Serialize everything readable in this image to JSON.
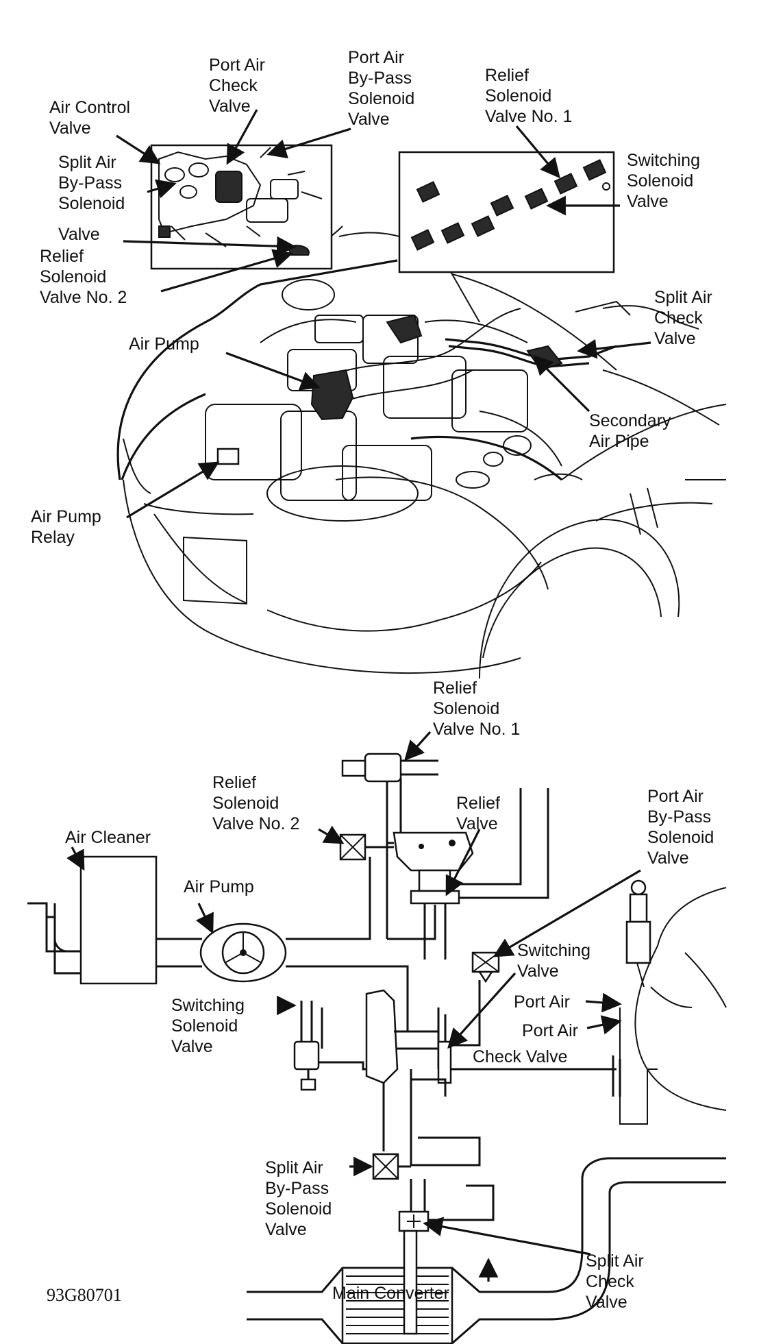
{
  "colors": {
    "ink": "#111111",
    "paper": "#ffffff"
  },
  "reference_code": "93G80701",
  "top_view": {
    "port_air_check_valve": [
      "Port Air",
      "Check",
      "Valve"
    ],
    "port_air_bypass_solenoid_valve": [
      "Port Air",
      "By-Pass",
      "Solenoid",
      "Valve"
    ],
    "relief_solenoid_valve_1": [
      "Relief",
      "Solenoid",
      "Valve No. 1"
    ],
    "air_control_valve": [
      "Air Control",
      "Valve"
    ],
    "split_air_bypass_solenoid_valve": [
      "Split Air",
      "By-Pass",
      "Solenoid",
      "Valve"
    ],
    "switching_solenoid_valve": [
      "Switching",
      "Solenoid",
      "Valve"
    ],
    "relief_solenoid_valve_2": [
      "Relief",
      "Solenoid",
      "Valve No. 2"
    ],
    "split_air_check_valve": [
      "Split Air",
      "Check",
      "Valve"
    ],
    "air_pump": [
      "Air Pump"
    ],
    "secondary_air_pipe": [
      "Secondary",
      "Air Pipe"
    ],
    "air_pump_relay": [
      "Air Pump",
      "Relay"
    ]
  },
  "bottom_view": {
    "relief_solenoid_valve_1": [
      "Relief",
      "Solenoid",
      "Valve No. 1"
    ],
    "relief_solenoid_valve_2": [
      "Relief",
      "Solenoid",
      "Valve No. 2"
    ],
    "relief_valve": [
      "Relief",
      "Valve"
    ],
    "port_air_bypass_solenoid_valve": [
      "Port Air",
      "By-Pass",
      "Solenoid",
      "Valve"
    ],
    "air_cleaner": [
      "Air Cleaner"
    ],
    "air_pump": [
      "Air Pump"
    ],
    "switching_valve": [
      "Switching",
      "Valve"
    ],
    "port_air": [
      "Port Air"
    ],
    "port_air_check_valve": [
      "Port Air",
      "Check Valve"
    ],
    "switching_solenoid_valve": [
      "Switching",
      "Solenoid",
      "Valve"
    ],
    "split_air_bypass_solenoid_valve": [
      "Split Air",
      "By-Pass",
      "Solenoid",
      "Valve"
    ],
    "split_air_check_valve": [
      "Split Air",
      "Check",
      "Valve"
    ],
    "main_converter": [
      "Main Converter"
    ]
  }
}
